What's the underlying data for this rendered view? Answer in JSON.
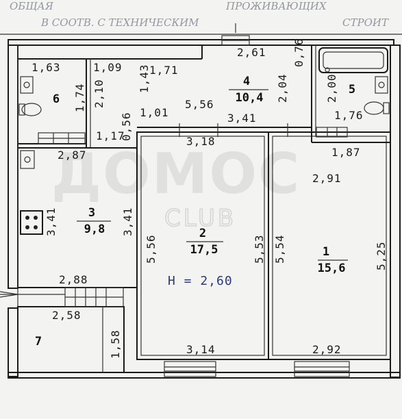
{
  "header_text": {
    "left": "ОБЩАЯ",
    "right": "ПРОЖИВАЮЩИХ",
    "left_line2": "В СООТВ. С ТЕХНИЧЕСКИМ",
    "right_line2": "СТРОИТ"
  },
  "watermark": {
    "main": "ДОМОС",
    "sub": "CLUB"
  },
  "height_note": "Н = 2,60",
  "rooms": [
    {
      "id": "room-1",
      "number": "1",
      "area": "15,6"
    },
    {
      "id": "room-2",
      "number": "2",
      "area": "17,5"
    },
    {
      "id": "room-3",
      "number": "3",
      "area": "9,8"
    },
    {
      "id": "room-4",
      "number": "4",
      "area": "10,4"
    },
    {
      "id": "room-5",
      "number": "5",
      "area": ""
    },
    {
      "id": "room-6",
      "number": "6",
      "area": ""
    },
    {
      "id": "room-7",
      "number": "7",
      "area": ""
    }
  ],
  "dimensions": {
    "d_2_61": "2,61",
    "d_0_76": "0,76",
    "d_1_63": "1,63",
    "d_1_09": "1,09",
    "d_1_71": "1,71",
    "d_1_43": "1,43",
    "d_1_74": "1,74",
    "d_2_10": "2,10",
    "d_2_04": "2,04",
    "d_2_00": "2,00",
    "d_5_56_top": "5,56",
    "d_1_01": "1,01",
    "d_3_41_hall": "3,41",
    "d_1_76": "1,76",
    "d_0_56": "0,56",
    "d_1_17": "1,17",
    "d_3_18": "3,18",
    "d_1_87": "1,87",
    "d_2_87": "2,87",
    "d_2_91": "2,91",
    "d_3_41_left": "3,41",
    "d_3_41_right": "3,41",
    "d_5_56_left": "5,56",
    "d_5_53": "5,53",
    "d_5_54": "5,54",
    "d_5_25": "5,25",
    "d_2_88": "2,88",
    "d_2_58": "2,58",
    "d_1_58": "1,58",
    "d_3_14": "3,14",
    "d_2_92": "2,92"
  }
}
